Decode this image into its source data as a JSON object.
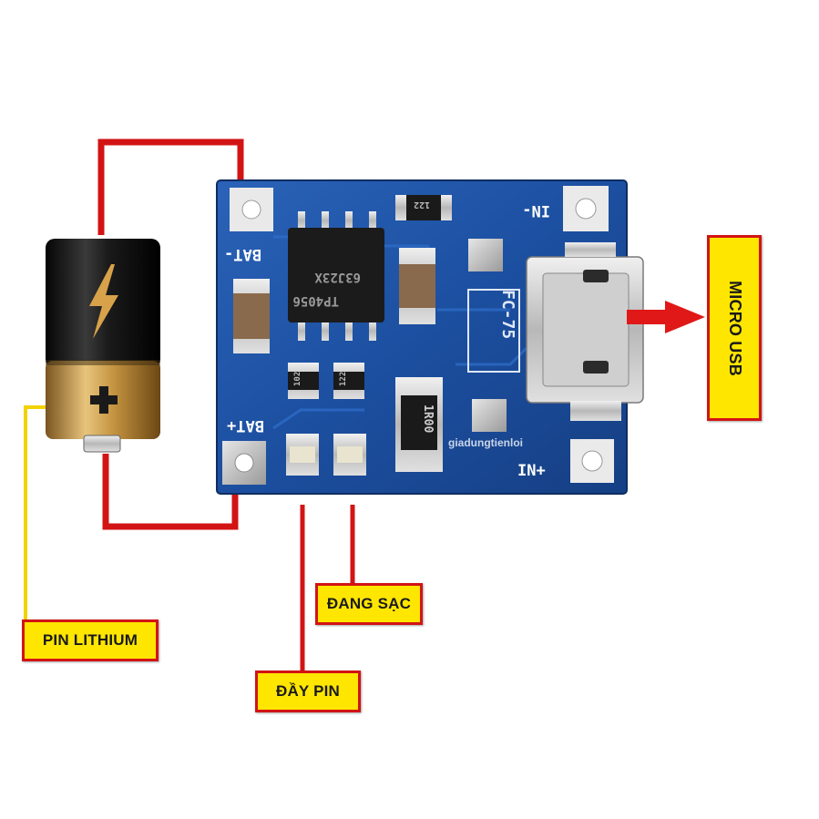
{
  "labels": {
    "pin_lithium": "PIN LITHIUM",
    "dang_sac": "ĐANG SẠC",
    "day_pin": "ĐẦY PIN",
    "micro_usb": "MICRO USB"
  },
  "board": {
    "bat_minus": "BAT-",
    "bat_plus": "BAT+",
    "in_minus": "IN-",
    "in_plus": "IN+",
    "chip_line1": "TP4056",
    "chip_line2": "63J23X",
    "connector_label": "FC-75",
    "resistor_top": "122",
    "resistor_big": "1R00",
    "resistor_small_1": "102",
    "resistor_small_2": "122",
    "watermark": "giadungtienloi"
  },
  "colors": {
    "wire": "#d21414",
    "leader_yellow": "#f2d200",
    "callout_fill": "#ffe600",
    "pcb_blue": "#1c4fa0",
    "battery_top": "#1a1a1a",
    "battery_bottom": "#c89a4a"
  }
}
